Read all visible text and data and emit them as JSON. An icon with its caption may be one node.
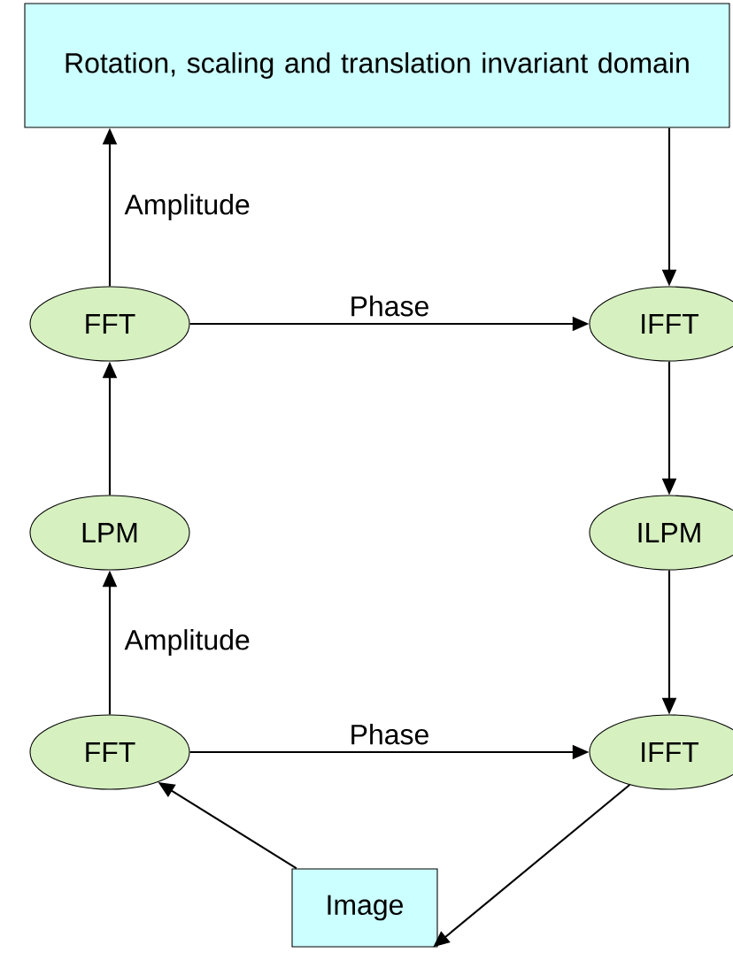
{
  "diagram": {
    "nodes": [
      {
        "text": [
          "Rotation, scaling and translation invariant domain"
        ]
      },
      {
        "text": [
          "FFT"
        ]
      },
      {
        "text": [
          "IFFT"
        ]
      },
      {
        "text": [
          "LPM"
        ]
      },
      {
        "text": [
          "ILPM"
        ]
      },
      {
        "text": [
          "FFT"
        ]
      },
      {
        "text": [
          "IFFT"
        ]
      },
      {
        "text": [
          "Image"
        ]
      }
    ],
    "edges": [
      {
        "from": 1,
        "to": 0,
        "arrow": "to",
        "label": "Amplitude"
      },
      {
        "from": 0,
        "to": 2,
        "arrow": "to"
      },
      {
        "from": 1,
        "to": 2,
        "arrow": "to",
        "label": "Phase"
      },
      {
        "from": 2,
        "to": 4,
        "arrow": "to"
      },
      {
        "from": 3,
        "to": 1,
        "arrow": "to"
      },
      {
        "from": 4,
        "to": 6,
        "arrow": "to"
      },
      {
        "from": 5,
        "to": 3,
        "arrow": "to",
        "label": "Amplitude"
      },
      {
        "from": 5,
        "to": 6,
        "arrow": "to",
        "label": "Phase"
      },
      {
        "from": 7,
        "to": 5,
        "arrow": "to"
      },
      {
        "from": 6,
        "to": 7,
        "arrow": "to"
      }
    ]
  }
}
